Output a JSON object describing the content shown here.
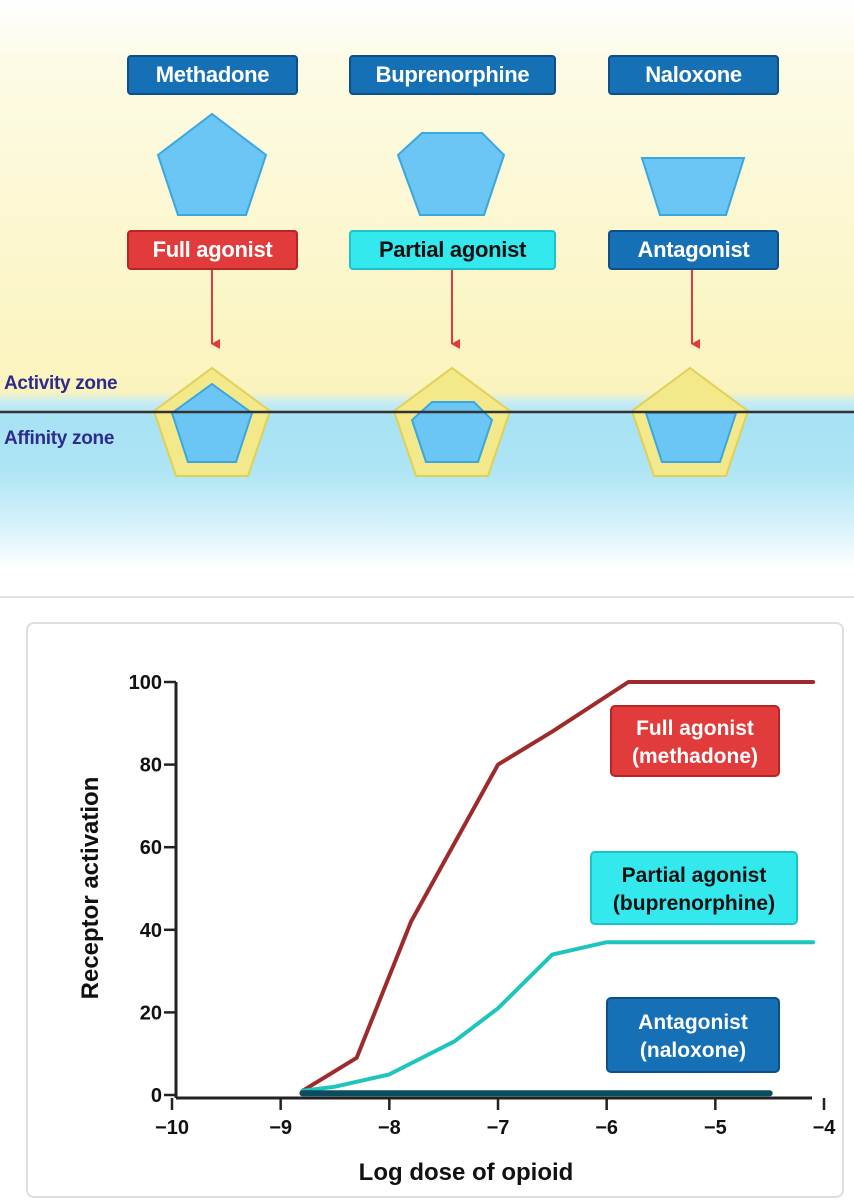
{
  "diagram": {
    "drugs": [
      {
        "name": "Methadone",
        "type": "Full agonist"
      },
      {
        "name": "Buprenorphine",
        "type": "Partial agonist"
      },
      {
        "name": "Naloxone",
        "type": "Antagonist"
      }
    ],
    "zones": {
      "activity": "Activity zone",
      "affinity": "Affinity zone"
    },
    "colors": {
      "full": "#e23b3b",
      "partial": "#33e9ee",
      "antagonist": "#1670b6",
      "ligand": "#6bc6f5",
      "receptor": "#f4e98a"
    }
  },
  "chart_data": {
    "type": "line",
    "xlabel": "Log dose of opioid",
    "ylabel": "Receptor activation",
    "xlim": [
      -10,
      -4
    ],
    "ylim": [
      0,
      100
    ],
    "xticks": [
      -10,
      -9,
      -8,
      -7,
      -6,
      -5,
      -4
    ],
    "xtick_labels": [
      "−10",
      "−9",
      "−8",
      "−7",
      "−6",
      "−5",
      "−4"
    ],
    "yticks": [
      0,
      20,
      40,
      60,
      80,
      100
    ],
    "ytick_labels": [
      "0",
      "20",
      "40",
      "60",
      "80",
      "100"
    ],
    "series": [
      {
        "key": "full",
        "label_line1": "Full agonist",
        "label_line2": "(methadone)",
        "color": "#9e2a2b",
        "points": [
          [
            -8.8,
            1
          ],
          [
            -8.3,
            9
          ],
          [
            -7.8,
            42
          ],
          [
            -7.0,
            80
          ],
          [
            -6.5,
            88
          ],
          [
            -5.8,
            100
          ],
          [
            -4.1,
            100
          ]
        ]
      },
      {
        "key": "partial",
        "label_line1": "Partial agonist",
        "label_line2": "(buprenorphine)",
        "color": "#1fc4bd",
        "points": [
          [
            -8.8,
            1
          ],
          [
            -8.5,
            2
          ],
          [
            -8.0,
            5
          ],
          [
            -7.4,
            13
          ],
          [
            -7.0,
            21
          ],
          [
            -6.5,
            34
          ],
          [
            -6.0,
            37
          ],
          [
            -4.1,
            37
          ]
        ]
      },
      {
        "key": "antagonist",
        "label_line1": "Antagonist",
        "label_line2": "(naloxone)",
        "color": "#0a4d5e",
        "points": [
          [
            -8.8,
            0.4
          ],
          [
            -4.5,
            0.4
          ]
        ]
      }
    ],
    "grid": false,
    "legend": "inline labels at right"
  }
}
